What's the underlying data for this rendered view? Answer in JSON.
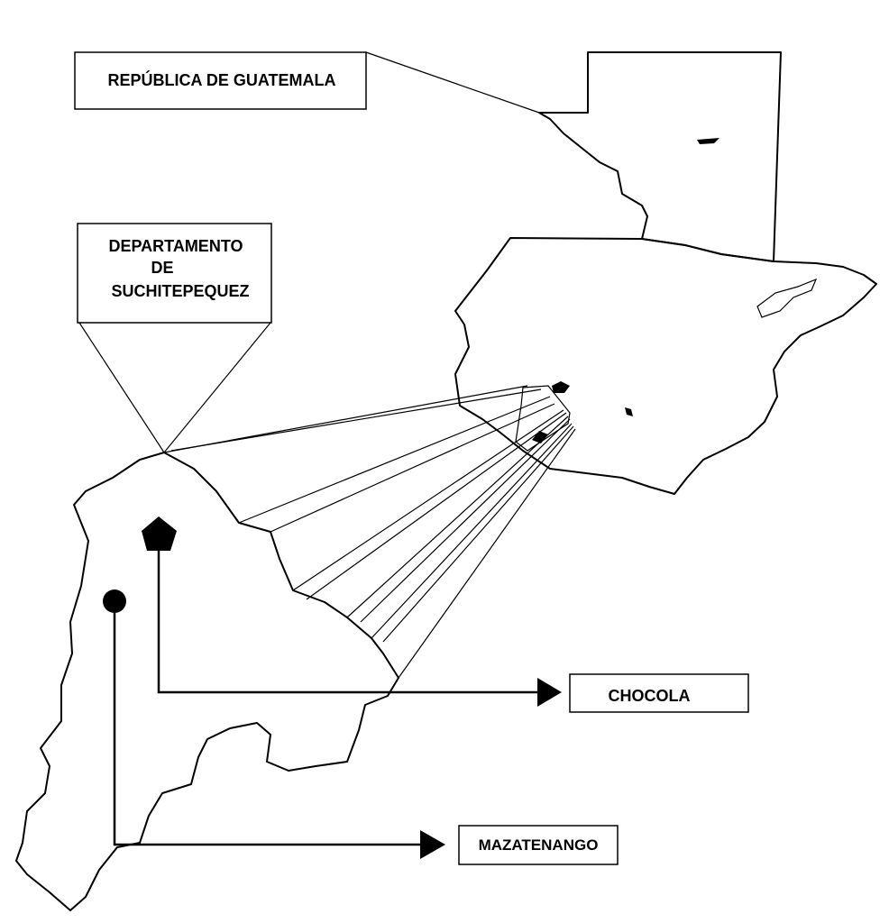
{
  "labels": {
    "country": "REPÚBLICA DE GUATEMALA",
    "department_line1": "DEPARTAMENTO",
    "department_line2": "DE",
    "department_line3": "SUCHITEPEQUEZ",
    "chocola": "CHOCOLA",
    "mazatenango": "MAZATENANGO"
  },
  "markers": {
    "chocola_marker": "pentagon",
    "mazatenango_marker": "circle"
  },
  "colors": {
    "ink": "#000000",
    "paper": "#ffffff"
  }
}
